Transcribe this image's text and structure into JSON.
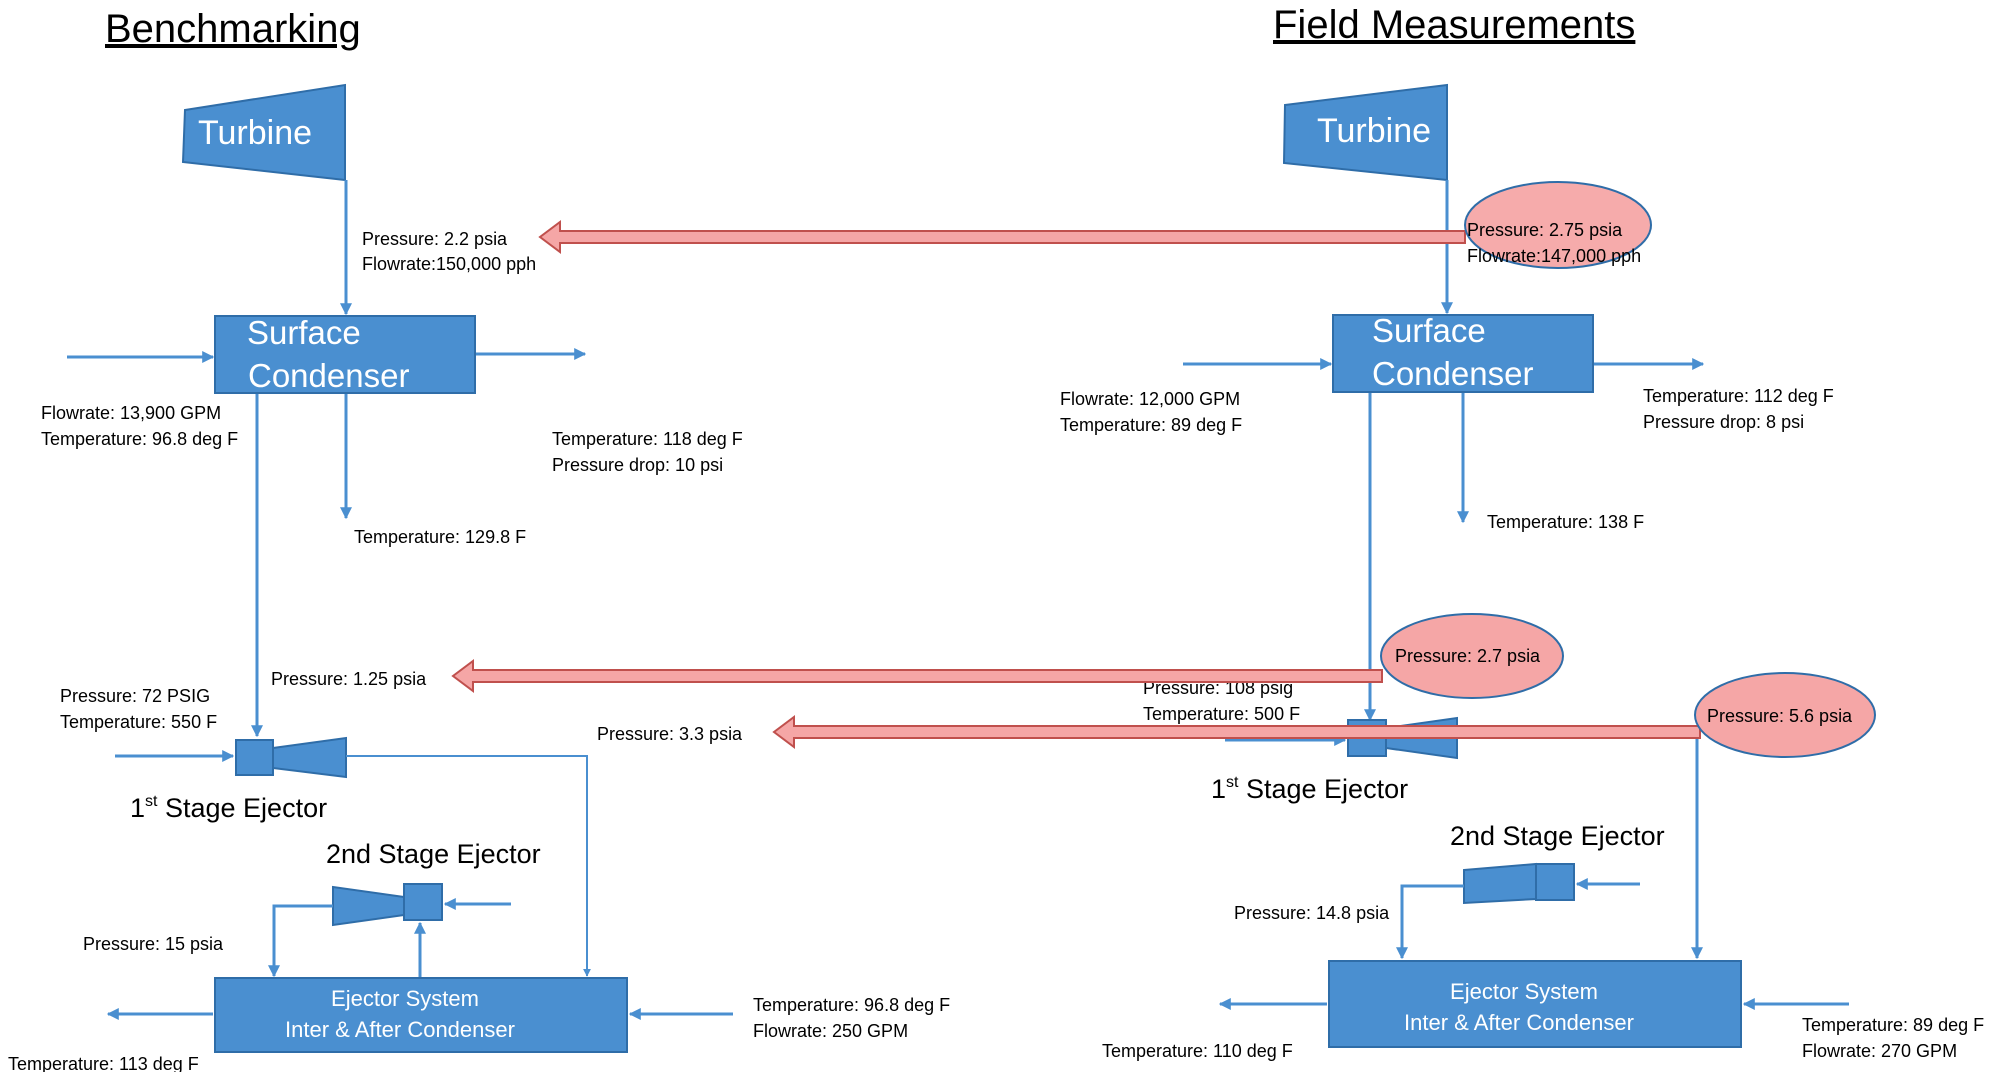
{
  "headings": {
    "left": "Benchmarking",
    "right": "Field Measurements"
  },
  "colors": {
    "equipment": "#4a8fd0",
    "equipment_stroke": "#2f6da8",
    "flow_line": "#4a8fd0",
    "comparison_arrow": "#f5a6a6",
    "comparison_stroke": "#c0504d",
    "highlight_ellipse": "#f5a6a6"
  },
  "benchmarking": {
    "turbine": "Turbine",
    "condenser_line1": "Surface",
    "condenser_line2": "Condenser",
    "exhaust_line1": "Pressure: 2.2 psia",
    "exhaust_line2": "Flowrate:150,000 pph",
    "cw_in_line1": "Flowrate: 13,900 GPM",
    "cw_in_line2": "Temperature: 96.8 deg F",
    "cw_out_line1": "Temperature:  118 deg F",
    "cw_out_line2": "Pressure drop:  10  psi",
    "condensate": "Temperature: 129.8 F",
    "suction_pressure": "Pressure: 1.25 psia",
    "motive_line1": "Pressure: 72 PSIG",
    "motive_line2": "Temperature: 550 F",
    "stage1_label": "1",
    "stage1_sup": "st",
    "stage1_rest": " Stage Ejector",
    "stage1_discharge": "Pressure: 3.3 psia",
    "stage2_label": "2nd Stage Ejector",
    "stage2_pressure": "Pressure: 15 psia",
    "ejector_box_line1": "Ejector System",
    "ejector_box_line2": "Inter & After Condenser",
    "ejector_cw_line1": "Temperature:  96.8 deg F",
    "ejector_cw_line2": "Flowrate: 250 GPM",
    "ejector_out": "Temperature:  113 deg F"
  },
  "field": {
    "turbine": "Turbine",
    "condenser_line1": "Surface",
    "condenser_line2": "Condenser",
    "exhaust_line1": "Pressure: 2.75 psia",
    "exhaust_line2": "Flowrate:147,000 pph",
    "cw_in_line1": "Flowrate: 12,000 GPM",
    "cw_in_line2": "Temperature: 89 deg F",
    "cw_out_line1": "Temperature:  112 deg F",
    "cw_out_line2": "Pressure drop:  8 psi",
    "condensate": "Temperature: 138 F",
    "suction_pressure": "Pressure: 2.7 psia",
    "motive_line1": "Pressure: 108 psig",
    "motive_line2": "Temperature: 500 F",
    "stage1_label": "1",
    "stage1_sup": "st",
    "stage1_rest": " Stage Ejector",
    "stage1_discharge": "Pressure: 5.6 psia",
    "stage2_label": "2nd Stage Ejector",
    "stage2_pressure": "Pressure: 14.8 psia",
    "ejector_box_line1": "Ejector System",
    "ejector_box_line2": "Inter & After Condenser",
    "ejector_cw_line1": "Temperature:  89 deg F",
    "ejector_cw_line2": "Flowrate: 270 GPM",
    "ejector_out": "Temperature:  110 deg F"
  }
}
